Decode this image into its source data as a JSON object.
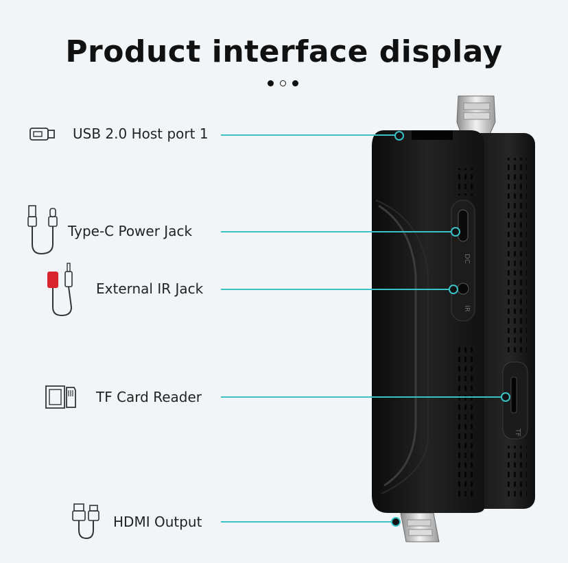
{
  "title": "Product interface display",
  "accent_color": "#39c3c6",
  "features": [
    {
      "label": "USB 2.0 Host port 1",
      "icon": "usb-drive-icon"
    },
    {
      "label": "Type-C Power Jack",
      "icon": "usb-cable-icon"
    },
    {
      "label": "External IR Jack",
      "icon": "ir-cable-icon"
    },
    {
      "label": "TF Card Reader",
      "icon": "sd-card-icon"
    },
    {
      "label": "HDMI Output",
      "icon": "hdmi-cable-icon"
    }
  ]
}
